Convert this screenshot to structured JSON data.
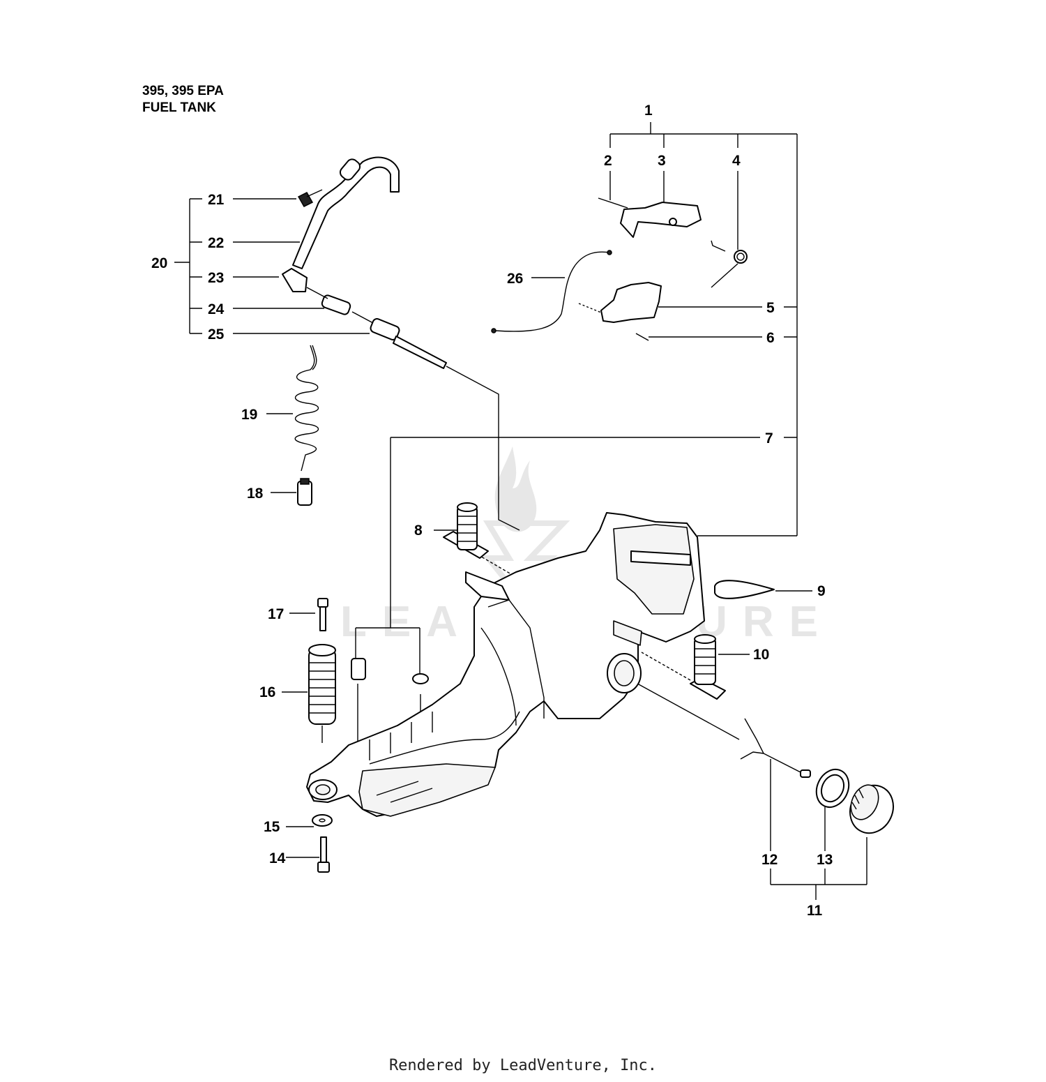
{
  "title": {
    "model": "395, 395 EPA",
    "section": "FUEL TANK"
  },
  "callouts": [
    "1",
    "2",
    "3",
    "4",
    "5",
    "6",
    "7",
    "8",
    "9",
    "10",
    "11",
    "12",
    "13",
    "14",
    "15",
    "16",
    "17",
    "18",
    "19",
    "20",
    "21",
    "22",
    "23",
    "24",
    "25",
    "26"
  ],
  "watermark": "LEADVENTURE",
  "footer": "Rendered by LeadVenture, Inc."
}
